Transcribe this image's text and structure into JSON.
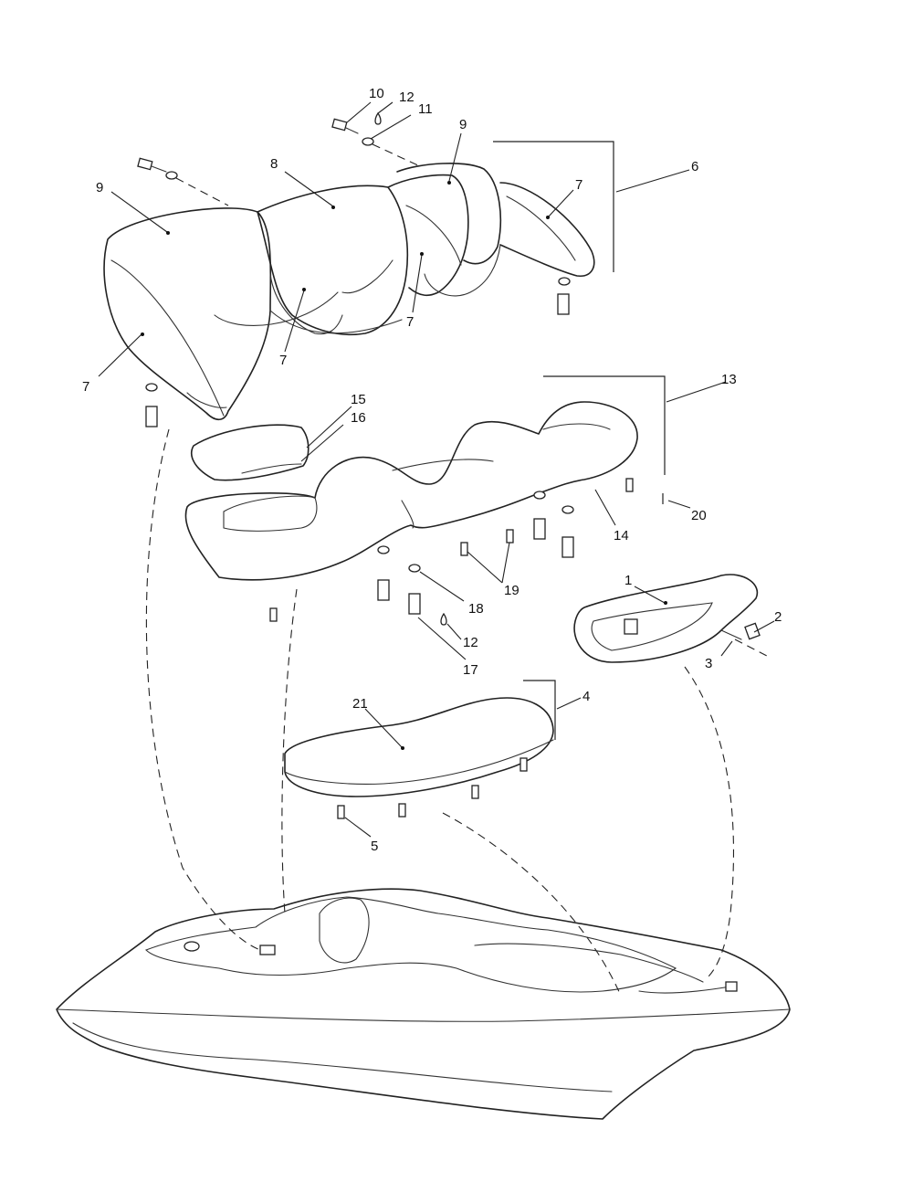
{
  "callouts": [
    {
      "id": "c1",
      "text": "1"
    },
    {
      "id": "c2",
      "text": "2"
    },
    {
      "id": "c3",
      "text": "3"
    },
    {
      "id": "c4",
      "text": "4"
    },
    {
      "id": "c5",
      "text": "5"
    },
    {
      "id": "c6",
      "text": "6"
    },
    {
      "id": "c7a",
      "text": "7"
    },
    {
      "id": "c7b",
      "text": "7"
    },
    {
      "id": "c7c",
      "text": "7"
    },
    {
      "id": "c7d",
      "text": "7"
    },
    {
      "id": "c8",
      "text": "8"
    },
    {
      "id": "c9a",
      "text": "9"
    },
    {
      "id": "c9b",
      "text": "9"
    },
    {
      "id": "c10",
      "text": "10"
    },
    {
      "id": "c11",
      "text": "11"
    },
    {
      "id": "c12a",
      "text": "12"
    },
    {
      "id": "c12b",
      "text": "12"
    },
    {
      "id": "c13",
      "text": "13"
    },
    {
      "id": "c14",
      "text": "14"
    },
    {
      "id": "c15",
      "text": "15"
    },
    {
      "id": "c16",
      "text": "16"
    },
    {
      "id": "c17",
      "text": "17"
    },
    {
      "id": "c18",
      "text": "18"
    },
    {
      "id": "c19",
      "text": "19"
    },
    {
      "id": "c20",
      "text": "20"
    },
    {
      "id": "c21",
      "text": "21"
    }
  ]
}
